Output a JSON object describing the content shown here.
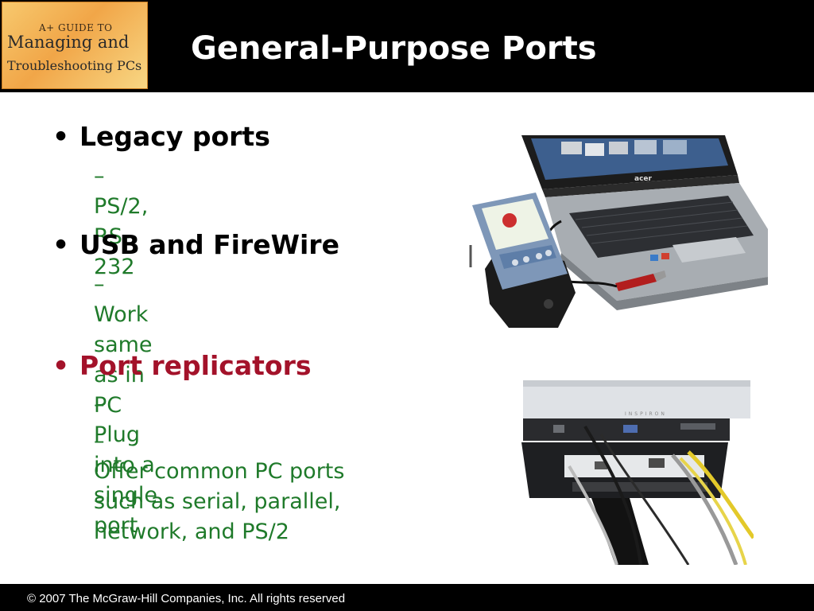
{
  "logo": {
    "line1": "A+ GUIDE TO",
    "line2": "Managing and",
    "line3": "Troubleshooting PCs"
  },
  "title": "General-Purpose Ports",
  "bullets": [
    {
      "label": "Legacy ports",
      "color": "#000000",
      "subs": [
        "PS/2, RS-232"
      ]
    },
    {
      "label": "USB and FireWire",
      "color": "#000000",
      "subs": [
        "Work same as in PC"
      ]
    },
    {
      "label": "Port replicators",
      "color": "#a3122a",
      "subs": [
        "Plug into a single port",
        "Offer common PC ports such as serial, parallel, network, and PS/2"
      ]
    }
  ],
  "bullet_symbol": "•",
  "sub_symbol": "–",
  "sub_color": "#1f7a2a",
  "laptop_photo": {
    "brand": "acer"
  },
  "replicator_photo": {
    "brand": "INSPIRON"
  },
  "footer": "© 2007 The McGraw-Hill Companies, Inc. All rights reserved"
}
